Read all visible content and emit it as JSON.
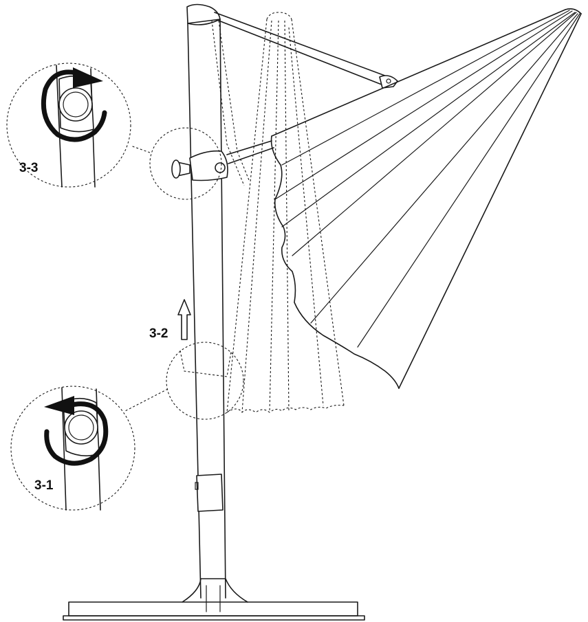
{
  "steps": {
    "step_3_1": "3-1",
    "step_3_2": "3-2",
    "step_3_3": "3-3"
  },
  "colors": {
    "line": "#1a1a1a",
    "background": "#ffffff"
  },
  "icons": [
    "rotate-clockwise-arrow-icon",
    "rotate-counterclockwise-arrow-icon",
    "up-arrow-icon"
  ]
}
